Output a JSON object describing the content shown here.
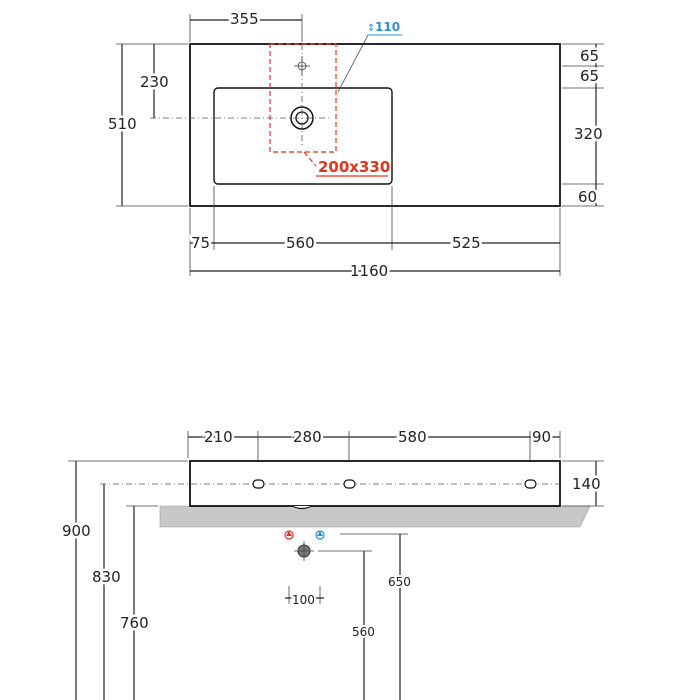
{
  "plan_view": {
    "dims": {
      "tap_offset": "355",
      "tap_hole": "110",
      "bowl_depth_to_drain": "230",
      "total_depth": "510",
      "right_top_1": "65",
      "right_top_2": "65",
      "right_mid": "320",
      "right_bottom": "60",
      "bottom_left": "75",
      "bottom_mid": "560",
      "bottom_right": "525",
      "total_width": "1160",
      "cutout": "200x330"
    }
  },
  "front_view": {
    "dims": {
      "seg_1": "210",
      "seg_2": "280",
      "seg_3": "580",
      "seg_4": "90",
      "thickness": "140",
      "height_total": "900",
      "height_mid": "830",
      "height_low": "760",
      "supply_height": "650",
      "drain_height": "560",
      "supply_spacing": "100"
    },
    "colors": {
      "hot": "#e4341c",
      "cold": "#2a8fd6",
      "wall": "#c8c8c8"
    }
  }
}
